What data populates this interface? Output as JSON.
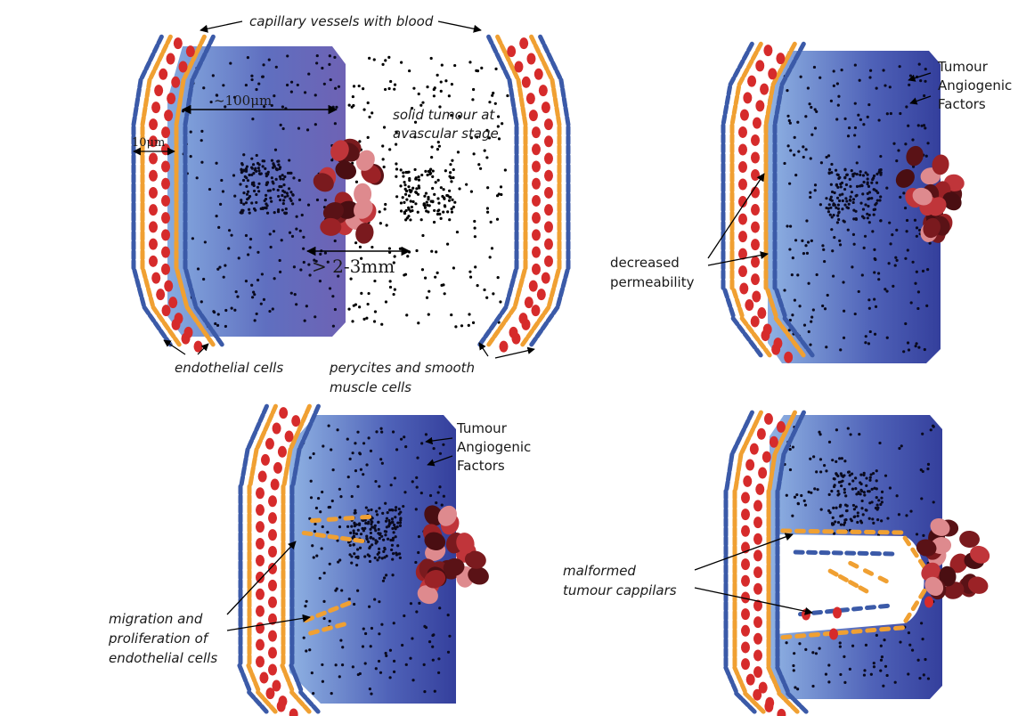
{
  "labels": {
    "capillary": "capillary vessels with blood",
    "dist_100": "~100μm",
    "dist_10": "10μm",
    "solid_1": "solid tumour at",
    "solid_2": "avascular stage",
    "dist_mm": "> 2-3mm",
    "endothelial": "endothelial cells",
    "perycites_1": "perycites and smooth",
    "perycites_2": "muscle cells",
    "taf_1": "Tumour",
    "taf_2": "Angiogenic",
    "taf_3": "Factors",
    "perm_1": "decreased",
    "perm_2": "permeability",
    "migr_1": "migration and",
    "migr_2": "proliferation of",
    "migr_3": "endothelial cells",
    "malf_1": "malformed",
    "malf_2": "tumour cappilars"
  },
  "colors": {
    "endothelial_blue": "#3b5aa8",
    "pericyte_orange": "#f0a032",
    "blood_red": "#d62b2b",
    "tumour_light": "#8fb2e0",
    "tumour_dark": "#3b3f9c"
  }
}
